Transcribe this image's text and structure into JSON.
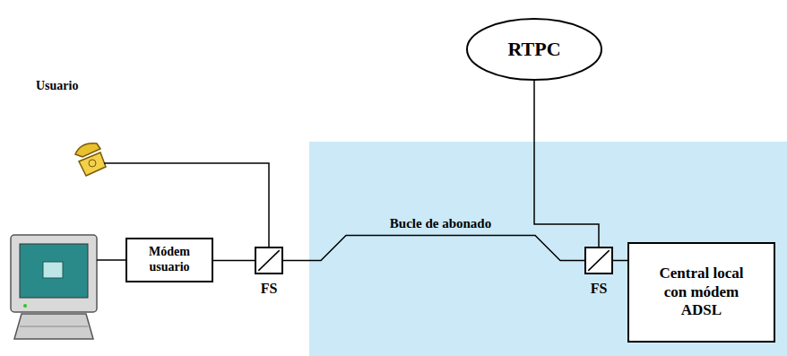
{
  "diagram": {
    "nodes": [
      {
        "text": [
          "RTPC"
        ]
      },
      {
        "text": [
          "Módem usuario"
        ]
      },
      {
        "text": [
          "FS"
        ]
      },
      {
        "text": [
          "FS"
        ]
      },
      {
        "text": [
          "Central local con módem ADSL"
        ]
      }
    ],
    "edges": [
      {
        "from": 1,
        "to": 2,
        "arrow": "none"
      },
      {
        "from": 2,
        "to": 3,
        "label": "Bucle de abonado",
        "arrow": "none"
      },
      {
        "from": 0,
        "to": 3,
        "arrow": "none"
      },
      {
        "from": 3,
        "to": 4,
        "arrow": "none"
      }
    ],
    "labels": [
      "Usuario"
    ]
  }
}
